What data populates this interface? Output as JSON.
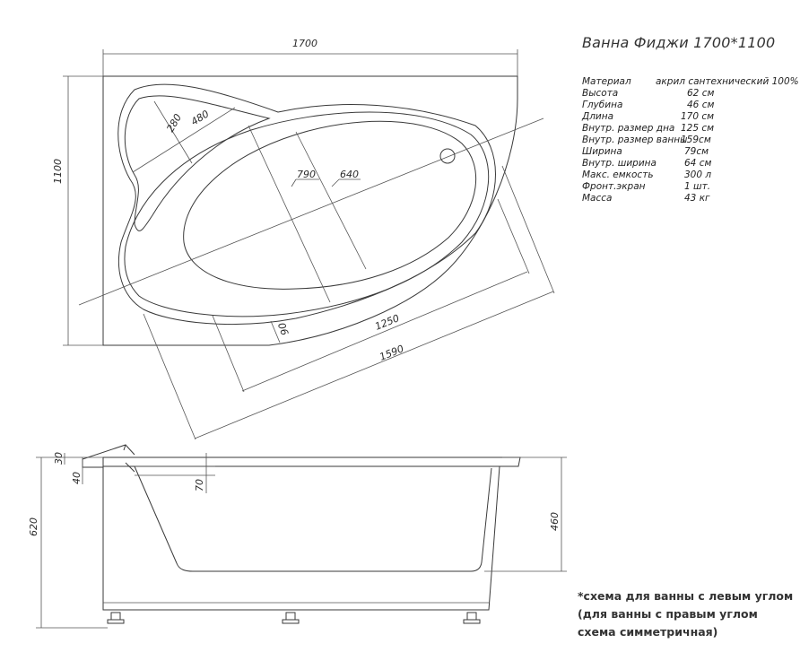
{
  "title": "Ванна Фиджи 1700*1100",
  "specs": [
    {
      "label": "Материал",
      "value": "акрил сантехнический 100%"
    },
    {
      "label": "Высота",
      "value": "62 см"
    },
    {
      "label": "Глубина",
      "value": "46 см"
    },
    {
      "label": "Длина",
      "value": "170 см"
    },
    {
      "label": "Внутр. размер дна",
      "value": "125 см"
    },
    {
      "label": "Внутр. размер ванны",
      "value": "159см"
    },
    {
      "label": "Ширина",
      "value": "79см"
    },
    {
      "label": "Внутр. ширина",
      "value": "64 см"
    },
    {
      "label": "Макс. емкость",
      "value": "300 л"
    },
    {
      "label": "Фронт.экран",
      "value": "1 шт."
    },
    {
      "label": "Масса",
      "value": "43 кг"
    }
  ],
  "dimensions": {
    "length": "1700",
    "width": "1100",
    "d280": "280",
    "d480": "480",
    "d790": "790",
    "d640": "640",
    "d1250": "1250",
    "d1590": "1590",
    "d90": "90",
    "height": "620",
    "depth": "460",
    "d30": "30",
    "d40": "40",
    "d70": "70"
  },
  "note": {
    "line1": "*схема для ванны с левым углом",
    "line2": "(для ванны с правым углом",
    "line3": "схема симметричная)"
  }
}
